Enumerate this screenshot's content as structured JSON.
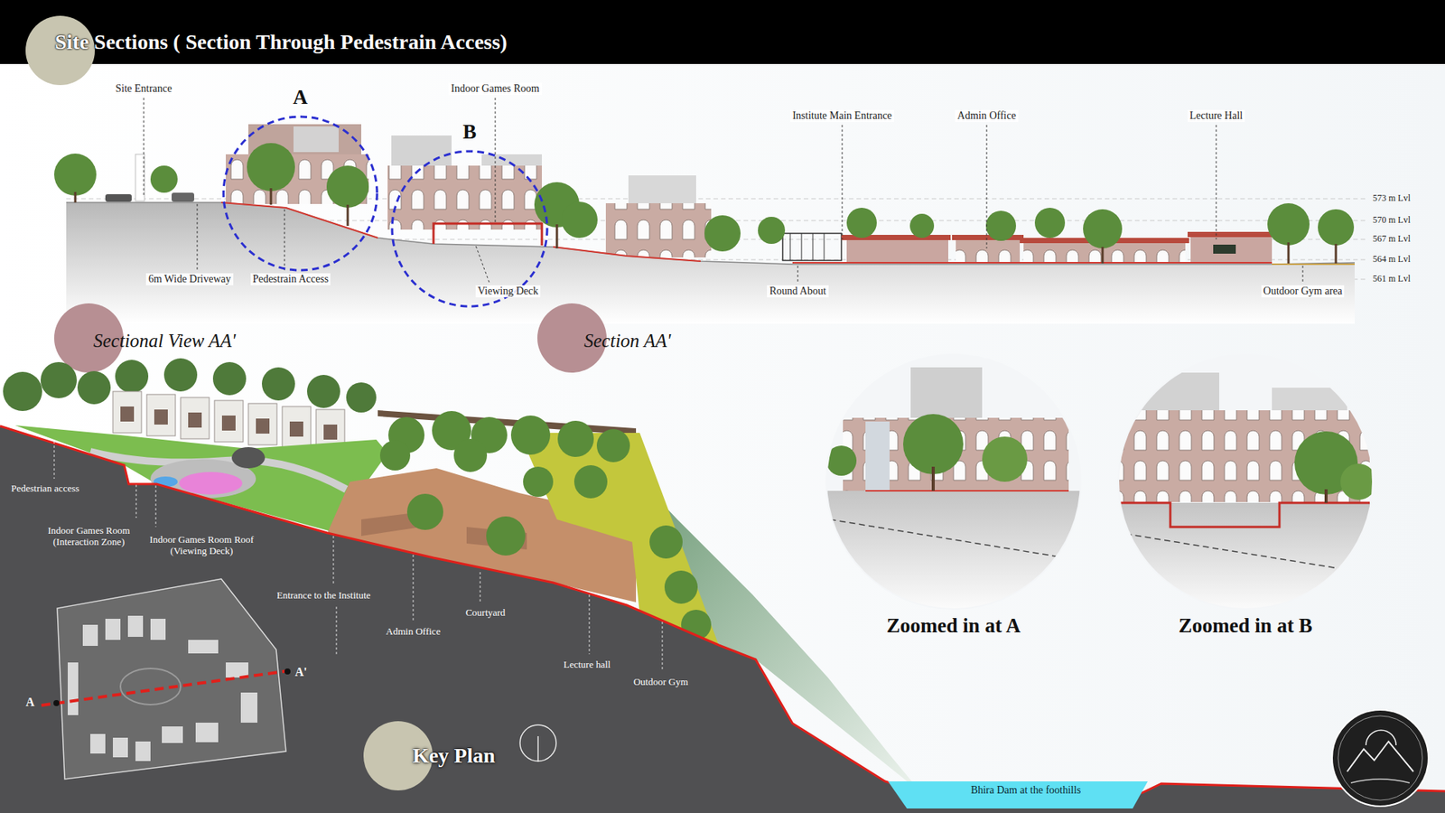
{
  "diagram": {
    "title": "Site Sections ( Section Through Pedestrain Access)",
    "nodes": [
      {
        "text": [
          "A"
        ]
      },
      {
        "text": [
          "B"
        ]
      },
      {
        "text": [
          "Zoomed in at A"
        ]
      },
      {
        "text": [
          "Zoomed in at B"
        ]
      }
    ],
    "labels": [
      "Site Entrance",
      "Indoor Games Room",
      "Institute Main Entrance",
      "Admin Office",
      "Lecture Hall",
      "573 m Lvl",
      "570 m Lvl",
      "567 m Lvl",
      "564 m Lvl",
      "561 m Lvl",
      "6m Wide Driveway",
      "Pedestrain Access",
      "Viewing Deck",
      "Round About",
      "Outdoor Gym area",
      "Sectional View AA'",
      "Section AA'",
      "Pedestrian access",
      "Indoor Games Room (Interaction Zone)",
      "Indoor Games Room Roof (Viewing Deck)",
      "Entrance to the Institute",
      "Admin Office",
      "Courtyard",
      "Lecture hall",
      "Outdoor Gym",
      "Bhira Dam at the foothills",
      "Key Plan",
      "A",
      "A'"
    ]
  }
}
